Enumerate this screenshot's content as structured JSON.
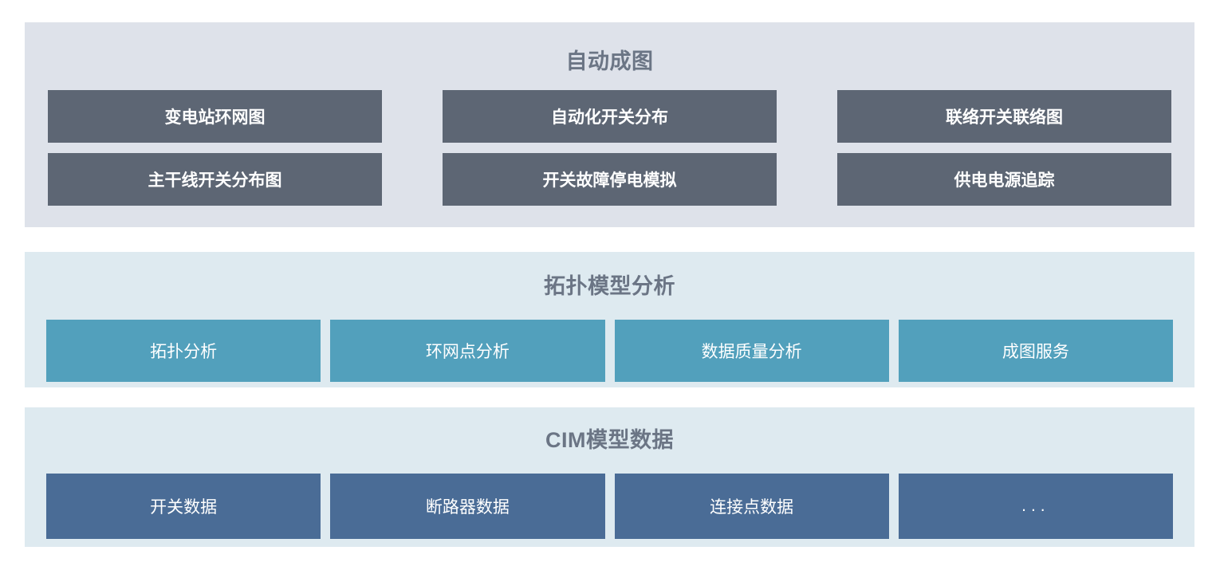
{
  "sections": [
    {
      "id": "auto-mapping",
      "title": "自动成图",
      "background": "#DEE2EA",
      "tile_color": "#5D6674",
      "rows": [
        [
          {
            "label": "变电站环网图"
          },
          {
            "label": "自动化开关分布"
          },
          {
            "label": "联络开关联络图"
          }
        ],
        [
          {
            "label": "主干线开关分布图"
          },
          {
            "label": "开关故障停电模拟"
          },
          {
            "label": "供电电源追踪"
          }
        ]
      ]
    },
    {
      "id": "topology",
      "title": "拓扑模型分析",
      "background": "#DEEAF0",
      "tile_color": "#52A0BC",
      "rows": [
        [
          {
            "label": "拓扑分析"
          },
          {
            "label": "环网点分析"
          },
          {
            "label": "数据质量分析"
          },
          {
            "label": "成图服务"
          }
        ]
      ]
    },
    {
      "id": "cim",
      "title": "CIM模型数据",
      "background": "#DEEAF0",
      "tile_color": "#4A6C96",
      "rows": [
        [
          {
            "label": "开关数据"
          },
          {
            "label": "断路器数据"
          },
          {
            "label": "连接点数据"
          },
          {
            "label": "..."
          }
        ]
      ]
    }
  ],
  "colors": {
    "title_text": "#6B7585",
    "tile_text": "#FFFFFF",
    "page_background": "#FFFFFF"
  }
}
